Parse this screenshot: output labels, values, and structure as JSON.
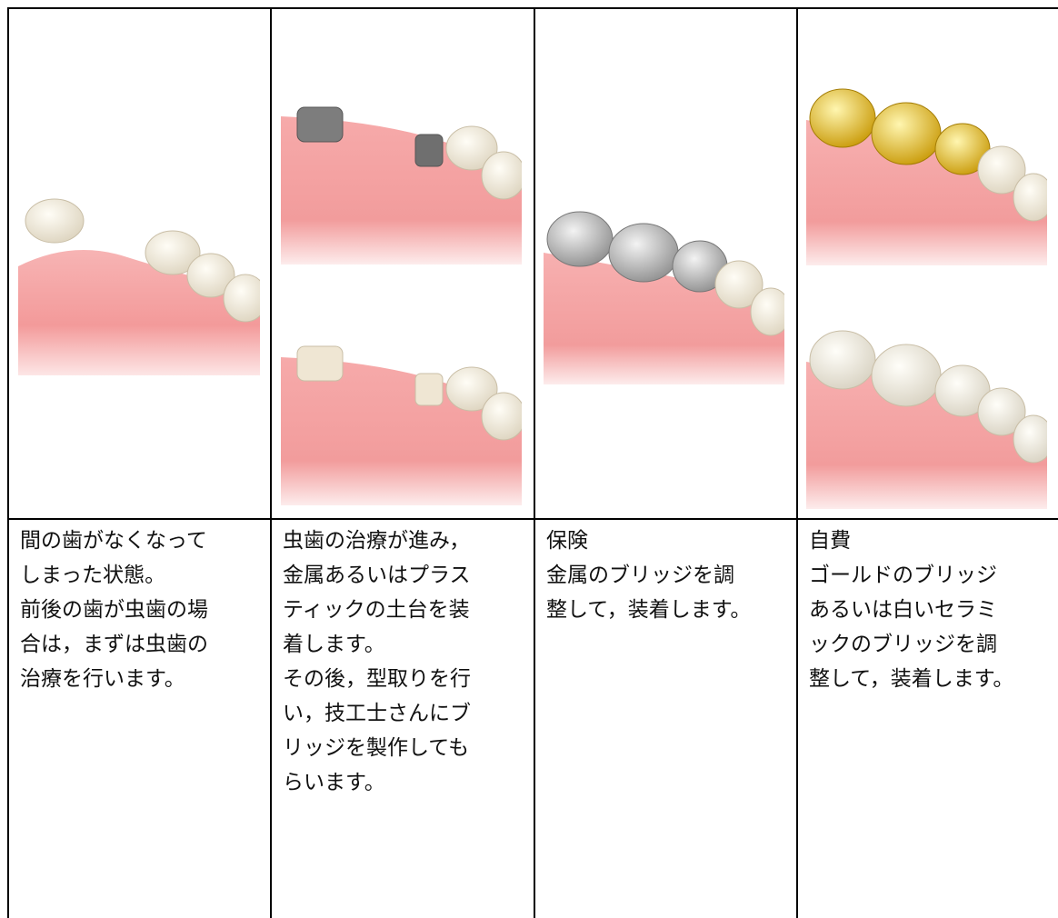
{
  "columns": [
    {
      "lines": [
        "間の歯がなくなって",
        "しまった状態。",
        "前後の歯が虫歯の場",
        "合は，まずは虫歯の",
        "治療を行います。"
      ]
    },
    {
      "lines": [
        "虫歯の治療が進み，",
        "金属あるいはプラス",
        "ティックの土台を装",
        "着します。",
        "その後，型取りを行",
        "い，技工士さんにブ",
        "リッジを製作しても",
        "らいます。"
      ]
    },
    {
      "lines": [
        "保険",
        "金属のブリッジを調",
        "整して，装着します。"
      ]
    },
    {
      "lines": [
        "自費",
        "ゴールドのブリッジ",
        "あるいは白いセラミ",
        "ックのブリッジを調",
        "整して，装着します。"
      ]
    }
  ],
  "colors": {
    "gum": "#f0a0a0",
    "tooth": "#f4efe2",
    "metal_silver": "#b8b8b8",
    "metal_gold": "#e8c020",
    "abutment_metal": "#7a7a7a",
    "abutment_plastic": "#efe6d3"
  }
}
